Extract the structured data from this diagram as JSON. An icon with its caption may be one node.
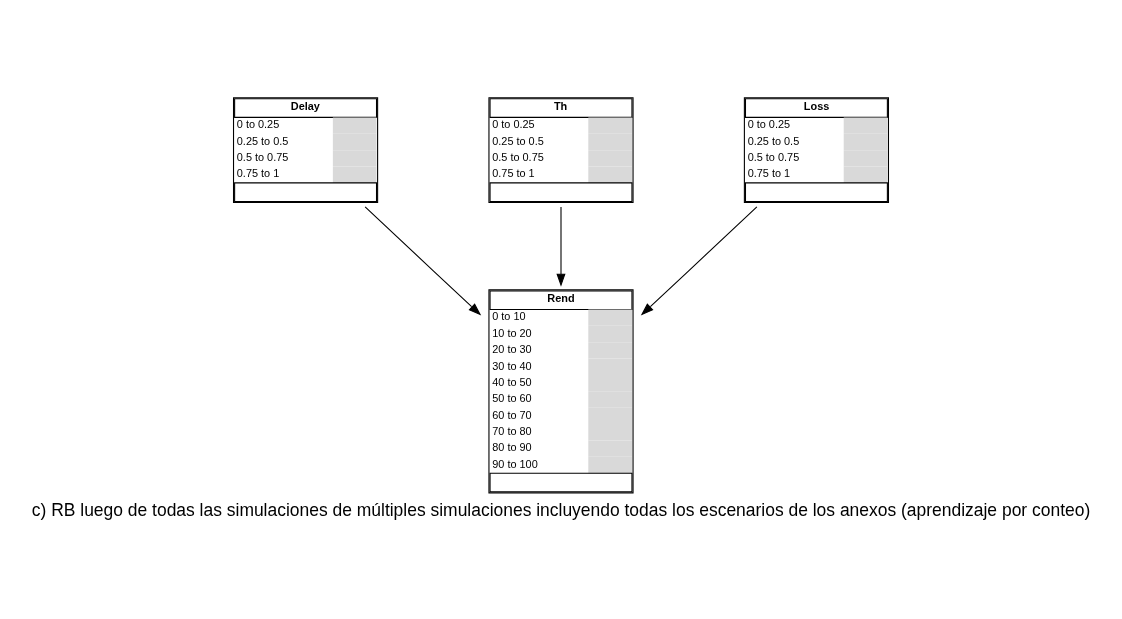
{
  "diagram": {
    "caption": "c) RB luego de todas las simulaciones de múltiples simulaciones incluyendo todas los escenarios de los anexos (aprendizaje por conteo)",
    "nodes": [
      {
        "text": [
          "Delay",
          "0 to 0.25",
          "0.25 to 0.5",
          "0.5 to 0.75",
          "0.75 to 1"
        ]
      },
      {
        "text": [
          "Th",
          "0 to 0.25",
          "0.25 to 0.5",
          "0.5 to 0.75",
          "0.75 to 1"
        ]
      },
      {
        "text": [
          "Loss",
          "0 to 0.25",
          "0.25 to 0.5",
          "0.5 to 0.75",
          "0.75 to 1"
        ]
      },
      {
        "text": [
          "Rend",
          "0 to 10",
          "10 to 20",
          "20 to 30",
          "30 to 40",
          "40 to 50",
          "50 to 60",
          "60 to 70",
          "70 to 80",
          "80 to 90",
          "90 to 100"
        ]
      }
    ],
    "edges": [
      {
        "from": 0,
        "to": 3,
        "arrow": "to"
      },
      {
        "from": 1,
        "to": 3,
        "arrow": "to"
      },
      {
        "from": 2,
        "to": 3,
        "arrow": "to"
      }
    ]
  }
}
